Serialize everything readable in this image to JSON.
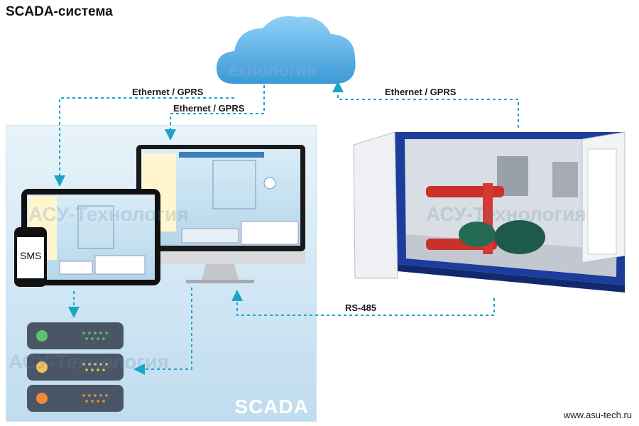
{
  "title": "SCADA-система",
  "footer": "www.asu-tech.ru",
  "links": {
    "cloud_to_tablet": "Ethernet / GPRS",
    "cloud_to_monitor": "Ethernet / GPRS",
    "container_to_cloud": "Ethernet / GPRS",
    "rs485": "RS-485"
  },
  "panel_label": "SCADA",
  "phone_label": "SMS",
  "watermark": "АСУ-Технология",
  "cloud_text": "ехнология",
  "colors": {
    "cloud": "#5fb2e8",
    "arrow": "#1aa5c8",
    "server_dark": "#4a5666",
    "led_green": "#5cc36a",
    "led_yellow": "#f2c25a",
    "led_orange": "#f08a3a",
    "container_blue": "#1c3d9c"
  }
}
